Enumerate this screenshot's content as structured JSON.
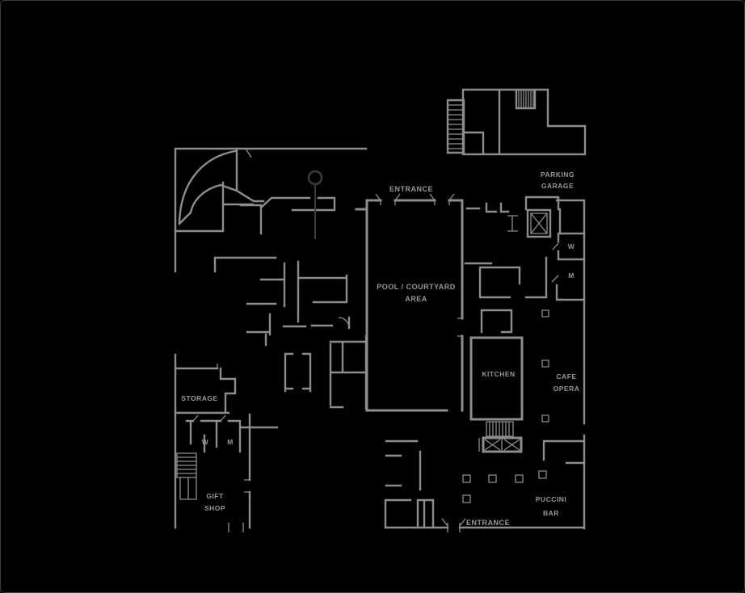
{
  "colors": {
    "background": "#000000",
    "wall": "#8d8d8d",
    "text": "#989898",
    "marker": "#3e3a35",
    "frame": "#3c3c3c"
  },
  "labels": {
    "entrance_top": "ENTRANCE",
    "parking_garage": {
      "l1": "PARKING",
      "l2": "GARAGE"
    },
    "pool_courtyard": {
      "l1": "POOL / COURTYARD",
      "l2": "AREA"
    },
    "kitchen": "KITCHEN",
    "cafe_opera": {
      "l1": "CAFE",
      "l2": "OPERA"
    },
    "restroom_w_right": "W",
    "restroom_m_right": "M",
    "storage": "STORAGE",
    "restroom_w_left": "W",
    "restroom_m_left": "M",
    "gift_shop": {
      "l1": "GIFT",
      "l2": "SHOP"
    },
    "puccini_bar": {
      "l1": "PUCCINI",
      "l2": "BAR"
    },
    "entrance_bottom": "ENTRANCE"
  }
}
